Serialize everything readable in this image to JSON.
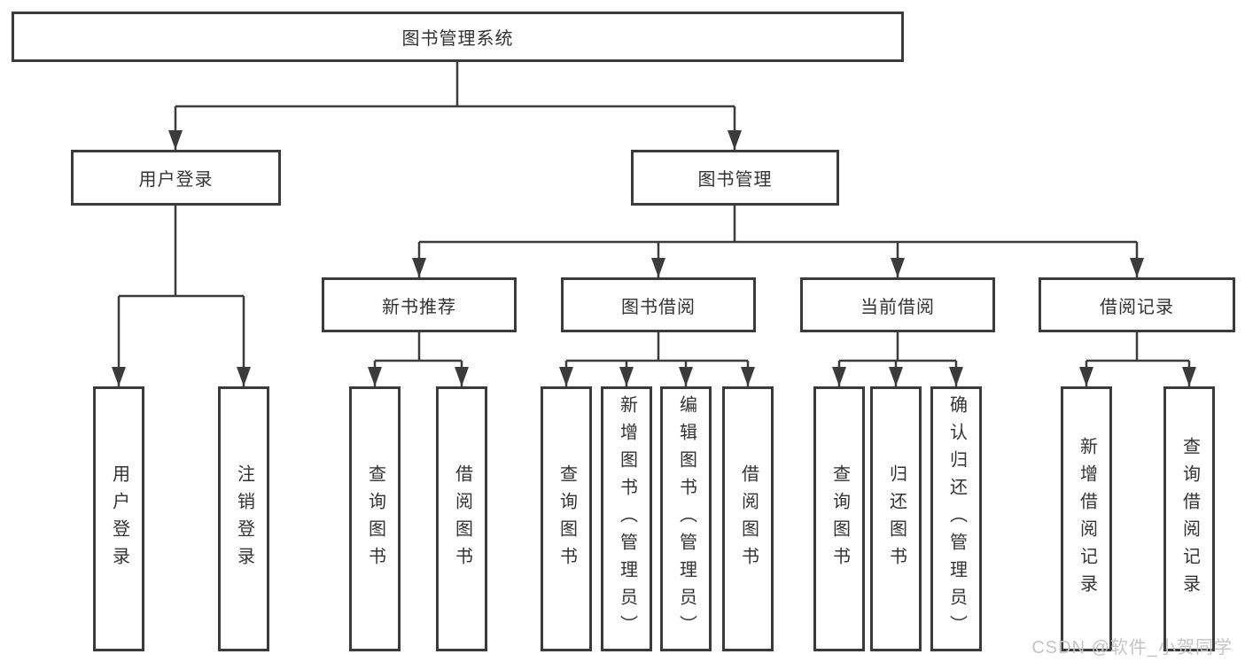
{
  "root": {
    "label": "图书管理系统"
  },
  "branches": [
    {
      "label": "用户登录",
      "children": [
        "用户登录",
        "注销登录"
      ]
    },
    {
      "label": "图书管理",
      "modules": [
        {
          "label": "新书推荐",
          "children": [
            "查询图书",
            "借阅图书"
          ]
        },
        {
          "label": "图书借阅",
          "children": [
            "查询图书",
            "新增图书（管理员）",
            "编辑图书（管理员）",
            "借阅图书"
          ]
        },
        {
          "label": "当前借阅",
          "children": [
            "查询图书",
            "归还图书",
            "确认归还（管理员）"
          ]
        },
        {
          "label": "借阅记录",
          "children": [
            "新增借阅记录",
            "查询借阅记录"
          ]
        }
      ]
    }
  ],
  "watermark": "CSDN @软件_小贺同学",
  "colors": {
    "line": "#3b3b3b",
    "box_border": "#3b3b3b",
    "text": "#333333",
    "watermark": "#c4c4c4",
    "background": "#ffffff"
  }
}
